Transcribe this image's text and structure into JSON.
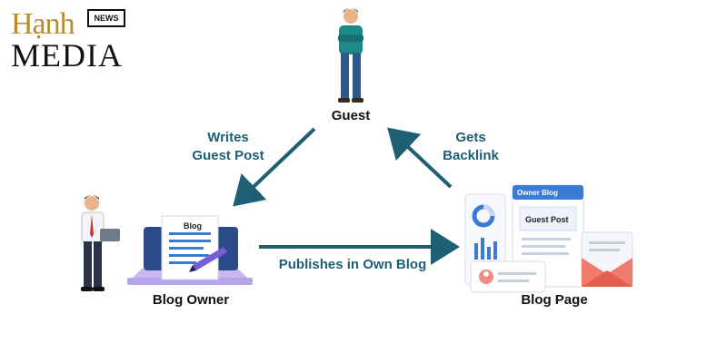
{
  "logo": {
    "line1": "Hạnh",
    "badge": "NEWS",
    "line2": "MEDIA"
  },
  "nodes": {
    "guest": "Guest",
    "blog_owner": "Blog Owner",
    "blog_page": "Blog Page"
  },
  "edges": {
    "writes_line1": "Writes",
    "writes_line2": "Guest Post",
    "gets_line1": "Gets",
    "gets_line2": "Backlink",
    "publishes": "Publishes in Own Blog"
  },
  "illustration": {
    "laptop_doc_title": "Blog",
    "page_header": "Owner Blog",
    "page_section": "Guest Post"
  },
  "colors": {
    "arrow": "#1f5f73",
    "accent_blue": "#3a7bd5",
    "logo_gold": "#b98a2e"
  }
}
